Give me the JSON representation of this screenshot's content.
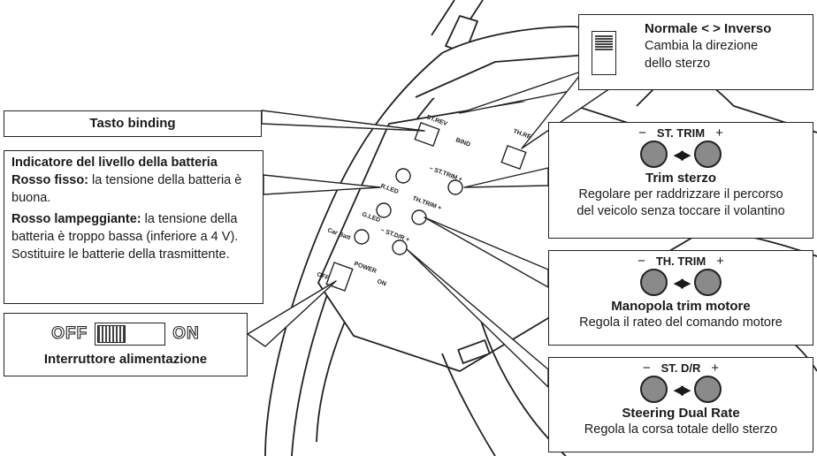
{
  "binding": {
    "title": "Tasto binding"
  },
  "battery": {
    "title": "Indicatore del livello della batteria",
    "steady_label": "Rosso fisso:",
    "steady_text": " la tensione della batteria è buona.",
    "blink_label": "Rosso lampeggiante:",
    "blink_text": " la tensione della batteria è troppo bassa (inferiore a 4 V). Sostituire le batterie della trasmittente."
  },
  "power": {
    "off": "OFF",
    "on": "ON",
    "title": "Interruttore alimentazione"
  },
  "reverse": {
    "title": "Normale < > Inverso",
    "line1": "Cambia la direzione",
    "line2": "dello sterzo"
  },
  "st_trim": {
    "minus": "−",
    "label": "ST. TRIM",
    "plus": "+",
    "title": "Trim sterzo",
    "line1": "Regolare per raddrizzare il percorso",
    "line2": "del veicolo senza toccare il volantino"
  },
  "th_trim": {
    "minus": "−",
    "label": "TH. TRIM",
    "plus": "+",
    "title": "Manopola trim motore",
    "line1": "Regola il rateo del comando motore"
  },
  "st_dr": {
    "minus": "−",
    "label": "ST. D/R",
    "plus": "+",
    "title": "Steering Dual Rate",
    "line1": "Regola la corsa totale dello sterzo"
  },
  "panel": {
    "st_rev": "ST.REV",
    "th_rev": "TH.REV",
    "bind": "BIND",
    "st_trim": "− ST.TRIM +",
    "th_trim": "TH.TRIM +",
    "st_dr": "− ST.D/R +",
    "r_led": "R.LED",
    "g_led": "G.LED",
    "car_batt": "Car Batt",
    "power": "POWER",
    "off": "OFF",
    "on": "ON"
  },
  "colors": {
    "line": "#222222",
    "knob": "#8a8a8a",
    "background": "#ffffff"
  }
}
